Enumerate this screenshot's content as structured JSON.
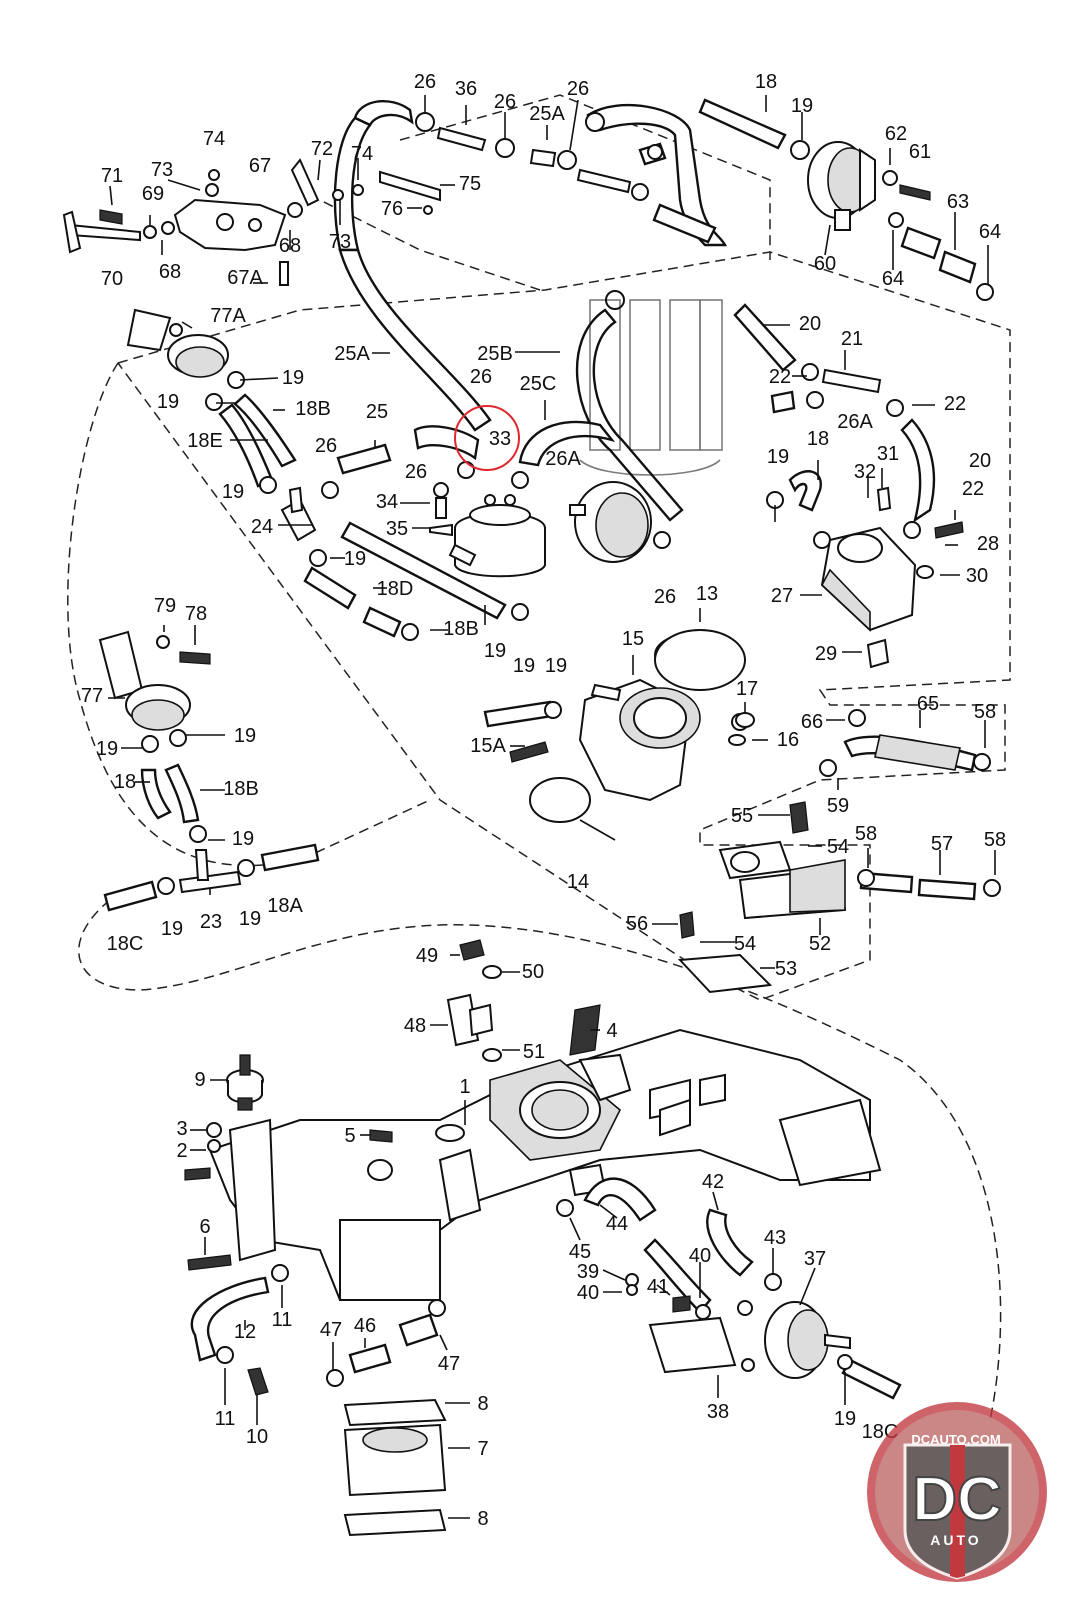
{
  "diagram": {
    "highlighted_part": "33",
    "callouts": [
      "26",
      "36",
      "26",
      "25A",
      "26",
      "18",
      "19",
      "62",
      "61",
      "63",
      "64",
      "60",
      "64",
      "74",
      "71",
      "73",
      "67",
      "72",
      "74",
      "75",
      "76",
      "69",
      "68",
      "73",
      "70",
      "68",
      "67A",
      "77A",
      "25A",
      "25B",
      "26",
      "25C",
      "33",
      "20",
      "21",
      "22",
      "22",
      "26A",
      "19",
      "19",
      "18B",
      "18E",
      "25",
      "26",
      "26",
      "26A",
      "19",
      "24",
      "34",
      "35",
      "19",
      "18D",
      "19",
      "18B",
      "19",
      "26",
      "13",
      "15",
      "17",
      "16",
      "15A",
      "19",
      "19",
      "18",
      "31",
      "32",
      "22",
      "28",
      "30",
      "27",
      "29",
      "20",
      "79",
      "78",
      "77",
      "19",
      "19",
      "18",
      "18B",
      "19",
      "19",
      "23",
      "19",
      "18A",
      "18C",
      "66",
      "65",
      "58",
      "59",
      "55",
      "54",
      "58",
      "57",
      "58",
      "52",
      "56",
      "54",
      "53",
      "14",
      "49",
      "50",
      "48",
      "4",
      "51",
      "9",
      "1",
      "3",
      "2",
      "5",
      "6",
      "12",
      "11",
      "11",
      "10",
      "44",
      "45",
      "42",
      "43",
      "40",
      "39",
      "40",
      "41",
      "37",
      "38",
      "19",
      "18C",
      "47",
      "46",
      "47",
      "8",
      "7",
      "8"
    ]
  },
  "watermark": {
    "site": "DCAUTO.COM",
    "letters": "DC",
    "word": "AUTO"
  }
}
